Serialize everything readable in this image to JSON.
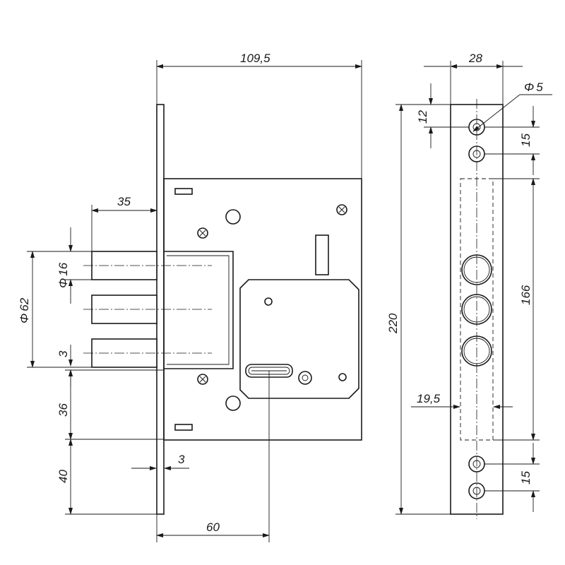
{
  "drawing": {
    "front_view": {
      "width_total": "109,5",
      "bolt_throw": "35",
      "bolt_diameter": "16",
      "bolt_diameter_symbol": "Φ",
      "bolt_span": "62",
      "bolt_span_symbol": "Φ",
      "bolt_gap": "3",
      "key_to_bottom": "36",
      "bottom_offset": "40",
      "faceplate_thickness": "3",
      "backset": "60"
    },
    "side_view": {
      "faceplate_width": "28",
      "hole_diameter": "5",
      "hole_diameter_symbol": "Φ",
      "top_hole_offset": "12",
      "top_hole_spacing": "15",
      "bolt_zone_height": "166",
      "total_height": "220",
      "bolt_hole_offset": "19,5",
      "bottom_hole_spacing": "15"
    }
  }
}
